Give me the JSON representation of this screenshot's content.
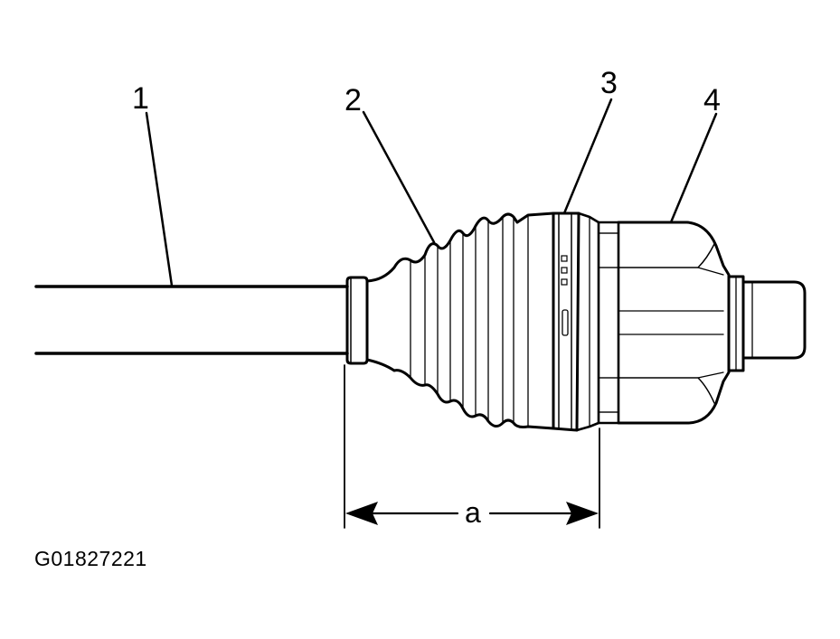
{
  "figure": {
    "id_label": "G01827221",
    "callouts": [
      {
        "label": "1",
        "part": "shaft"
      },
      {
        "label": "2",
        "part": "boot"
      },
      {
        "label": "3",
        "part": "clamp"
      },
      {
        "label": "4",
        "part": "joint"
      }
    ],
    "dimension": {
      "label": "a"
    }
  },
  "colors": {
    "line": "#000000",
    "background": "#ffffff"
  }
}
